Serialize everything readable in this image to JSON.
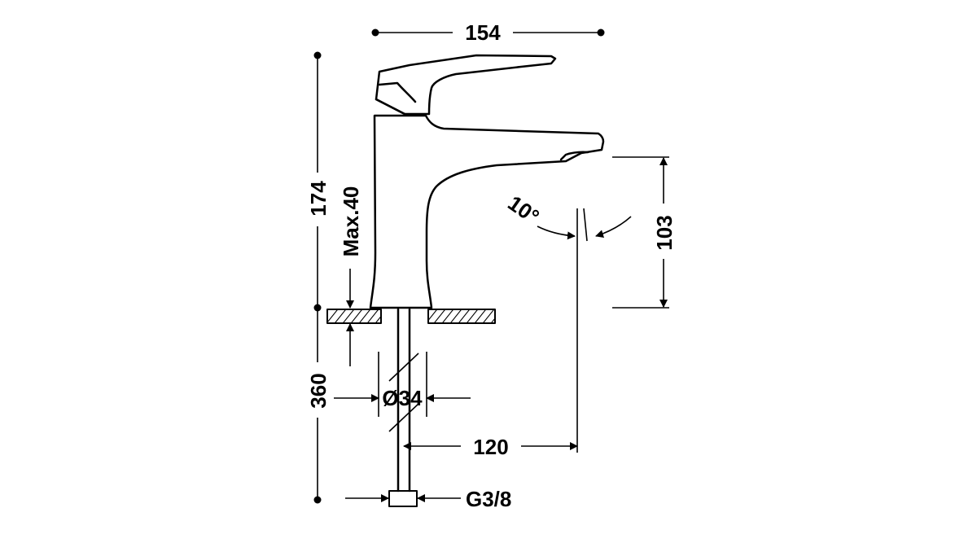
{
  "dimensions": {
    "overall_width": "154",
    "overall_height": "174",
    "max_deck_thickness": "Max.40",
    "spout_height": "103",
    "spout_angle": "10°",
    "supply_hose_length": "360",
    "body_diameter": "Ø34",
    "spout_reach": "120",
    "thread_connection": "G3/8"
  },
  "colors": {
    "line": "#000000",
    "background": "#ffffff"
  }
}
